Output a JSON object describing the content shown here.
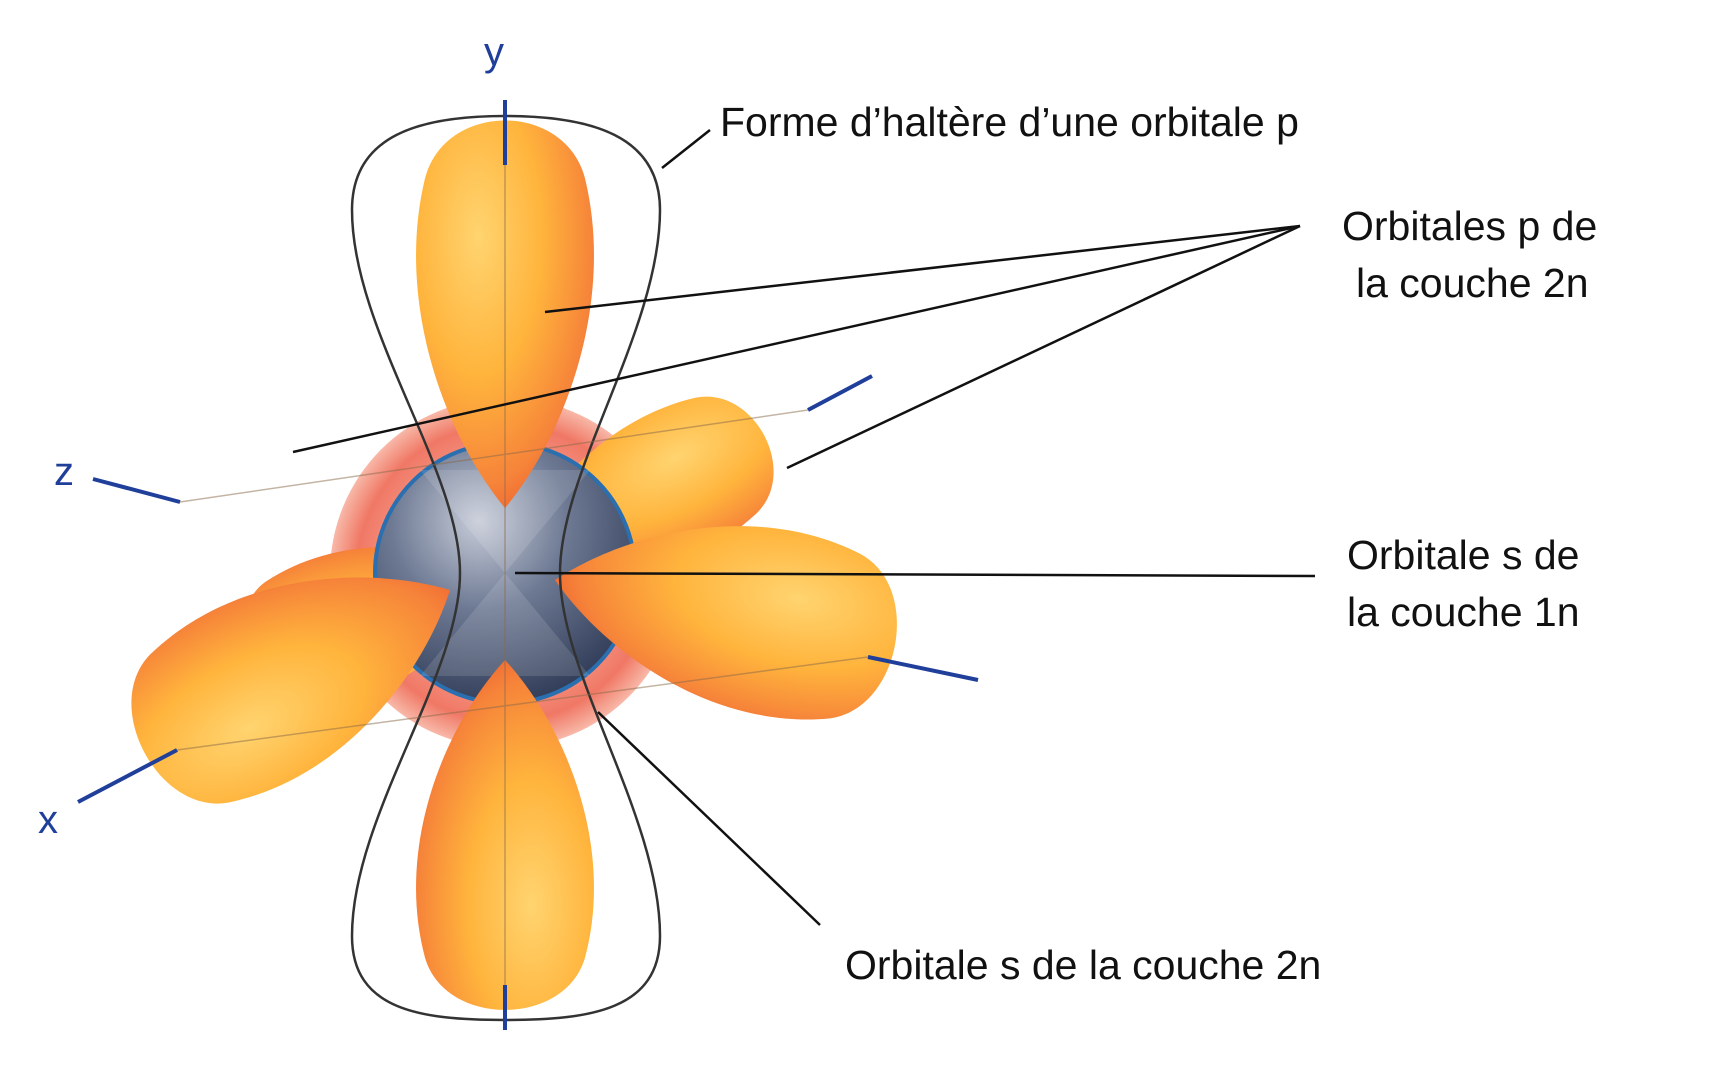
{
  "colors": {
    "axis": "#1f3f9a",
    "lobe_light": "#ffc24d",
    "lobe_dark": "#f0622a",
    "s2_shell": "#f28a7c",
    "s1_core": "#3c4a66",
    "outline": "#333333",
    "leader": "#111111"
  },
  "axes": {
    "y": "y",
    "z": "z",
    "x": "x"
  },
  "labels": {
    "dumbbell": "Forme d’haltère d’une orbitale p",
    "p_orbitals": [
      "Orbitales p de",
      "la couche 2n"
    ],
    "s1": [
      "Orbitale s de",
      "la couche 1n"
    ],
    "s2": "Orbitale s de la couche 2n"
  }
}
